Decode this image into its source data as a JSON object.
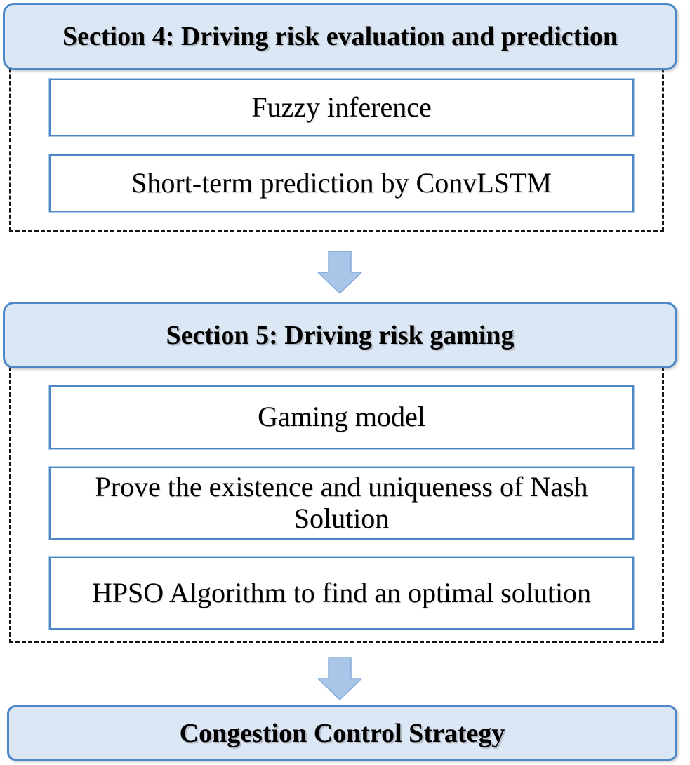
{
  "figure": {
    "sections": [
      {
        "title": "Section 4: Driving risk evaluation and prediction",
        "items": [
          "Fuzzy inference",
          "Short-term prediction by ConvLSTM"
        ]
      },
      {
        "title": "Section 5: Driving risk gaming",
        "items": [
          "Gaming model",
          "Prove the existence and uniqueness of Nash Solution",
          "HPSO Algorithm to find an optimal solution"
        ]
      }
    ],
    "result": "Congestion Control Strategy"
  },
  "colors": {
    "box_fill": "#dce7f5",
    "box_border": "#4e87c6",
    "arrow_fill": "#a9c6e8",
    "arrow_border": "#84abdb",
    "dash_color": "#151515"
  }
}
